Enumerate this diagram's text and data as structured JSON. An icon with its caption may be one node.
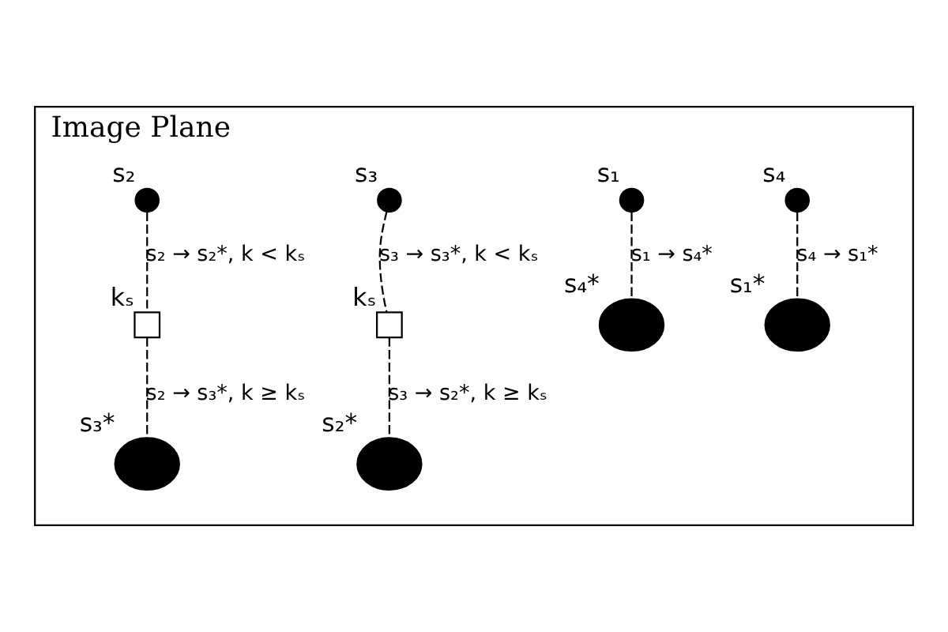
{
  "diagram": {
    "nodes": [
      {
        "text": [
          "Image Plane"
        ]
      },
      {
        "text": [],
        "shape": "circle",
        "beside": [
          "s₄"
        ],
        "in": 0
      },
      {
        "text": [],
        "shape": "circle",
        "beside": [
          "s₁"
        ],
        "in": 0
      },
      {
        "text": [],
        "shape": "circle",
        "beside": [
          "s₃"
        ],
        "in": 0
      },
      {
        "text": [],
        "shape": "circle",
        "beside": [
          "s₂"
        ],
        "in": 0
      },
      {
        "text": [],
        "shape": "box",
        "beside": [
          "kₛ"
        ],
        "in": 0
      },
      {
        "text": [],
        "shape": "ellipse",
        "beside": [
          "s₁*"
        ],
        "in": 0
      },
      {
        "text": [],
        "shape": "ellipse",
        "beside": [
          "s₂*"
        ],
        "in": 0
      },
      {
        "text": [],
        "shape": "box",
        "beside": [
          "kₛ"
        ],
        "in": 0
      },
      {
        "text": [],
        "shape": "ellipse",
        "beside": [
          "s₄*"
        ],
        "in": 0
      },
      {
        "text": [],
        "shape": "ellipse",
        "beside": [
          "s₃*"
        ],
        "in": 0
      }
    ],
    "edges": [
      {
        "from": 1,
        "to": 6,
        "arrow": "none",
        "style": "dashed",
        "label": "s₄ → s₁*"
      },
      {
        "from": 3,
        "to": 5,
        "arrow": "none",
        "style": "dashed",
        "label": "s₃ → s₃*, k < kₛ"
      },
      {
        "from": 5,
        "to": 7,
        "arrow": "none",
        "style": "dashed",
        "label": "s₃ → s₂*, k ≥ kₛ"
      },
      {
        "from": 2,
        "to": 9,
        "arrow": "none",
        "style": "dashed",
        "label": "s₁ → s₄*"
      },
      {
        "from": 4,
        "to": 8,
        "arrow": "none",
        "style": "dashed",
        "label": "s₂ → s₂*, k < kₛ"
      },
      {
        "from": 8,
        "to": 10,
        "arrow": "none",
        "style": "dashed",
        "label": "s₂ → s₃*, k ≥ kₛ"
      }
    ]
  }
}
